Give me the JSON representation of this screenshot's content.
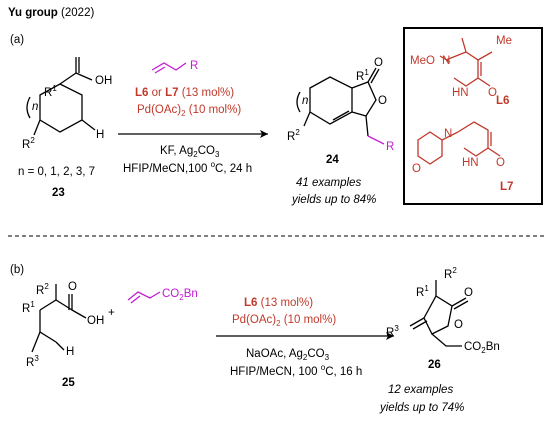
{
  "header": {
    "group": "Yu group",
    "year": "(2022)"
  },
  "panel_a": {
    "label": "(a)",
    "substrate": {
      "number": "23",
      "R1": "R1",
      "R2": "R2",
      "acid": "OH",
      "H": "H",
      "n_label": "n",
      "n_values": "n = 0, 1, 2, 3, 7"
    },
    "reagents": {
      "alkene_R": "R",
      "ligand_line_a": "L6",
      "ligand_or": "or",
      "ligand_line_b": "L7",
      "ligand_loading": "(13 mol%)",
      "catalyst": "Pd(OAc)",
      "catalyst_sub": "2",
      "catalyst_loading": "(10 mol%)",
      "base": "KF, Ag",
      "base_sub1": "2",
      "base_tail": "CO",
      "base_sub2": "3",
      "conditions": "HFIP/MeCN,100 ",
      "conditions_deg": "o",
      "conditions_tail": "C, 24 h"
    },
    "product": {
      "number": "24",
      "R1": "R1",
      "R2": "R2",
      "n_label": "n",
      "O_ring": "O",
      "O_carbonyl": "O",
      "R": "R",
      "examples": "41 examples",
      "yields": "yields up to 84%"
    },
    "ligand_box": {
      "L6": {
        "label": "L6",
        "meo": "MeO",
        "N": "N",
        "Me": "Me",
        "HN": "HN",
        "O": "O"
      },
      "L7": {
        "label": "L7",
        "O_morph": "O",
        "N": "N",
        "HN": "HN",
        "O": "O"
      }
    }
  },
  "panel_b": {
    "label": "(b)",
    "substrate": {
      "number": "25",
      "R1": "R1",
      "R2": "R2",
      "R3": "R3",
      "acid_O": "O",
      "acid_OH": "OH",
      "H": "H"
    },
    "plus": "+",
    "acrylate": "CO",
    "acrylate_sub": "2",
    "acrylate_tail": "Bn",
    "reagents": {
      "ligand": "L6",
      "ligand_loading": "(13 mol%)",
      "catalyst": "Pd(OAc)",
      "catalyst_sub": "2",
      "catalyst_loading": "(10 mol%)",
      "base": "NaOAc, Ag",
      "base_sub1": "2",
      "base_tail": "CO",
      "base_sub2": "3",
      "conditions": "HFIP/MeCN, 100 ",
      "conditions_deg": "o",
      "conditions_tail": "C, 16 h"
    },
    "product": {
      "number": "26",
      "R1": "R1",
      "R2": "R2",
      "R3": "R3",
      "O_ring": "O",
      "O_carbonyl": "O",
      "ester": "CO",
      "ester_sub": "2",
      "ester_tail": "Bn",
      "examples": "12 examples",
      "yields": "yields up to 74%"
    }
  },
  "colors": {
    "ligand_red": "#c0392b",
    "alkene_magenta": "#c21bd1",
    "text": "#000000"
  }
}
